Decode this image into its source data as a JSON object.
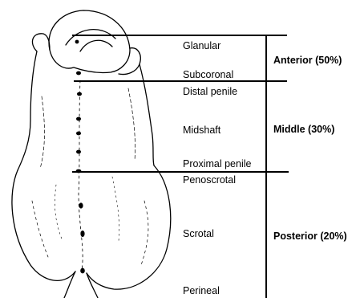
{
  "regions": [
    "Glanular",
    "Subcoronal",
    "Distal penile",
    "Midshaft",
    "Proximal penile",
    "Penoscrotal",
    "Scrotal",
    "Perineal"
  ],
  "divisions": {
    "anterior": "Anterior (50%)",
    "middle": "Middle (30%)",
    "posterior": "Posterior (20%)"
  },
  "colors": {
    "line": "#000000",
    "background": "#ffffff"
  }
}
